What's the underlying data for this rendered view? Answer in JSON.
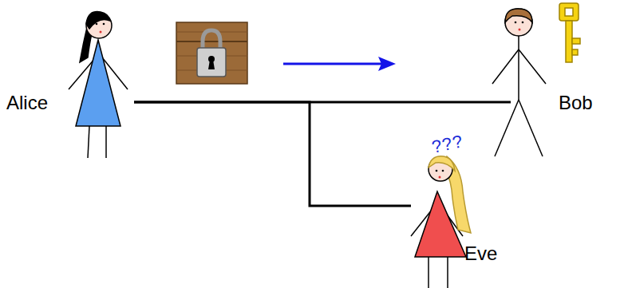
{
  "diagram": {
    "nodes": [
      {
        "text": [
          "Alice"
        ]
      },
      {
        "text": [
          "Bob"
        ]
      },
      {
        "text": [
          "Eve"
        ]
      }
    ],
    "edges": [
      {
        "from": 0,
        "to": 1,
        "arrow": "none"
      },
      {
        "from": 0,
        "to": 2,
        "arrow": "none"
      }
    ],
    "labels": [
      "???"
    ]
  }
}
